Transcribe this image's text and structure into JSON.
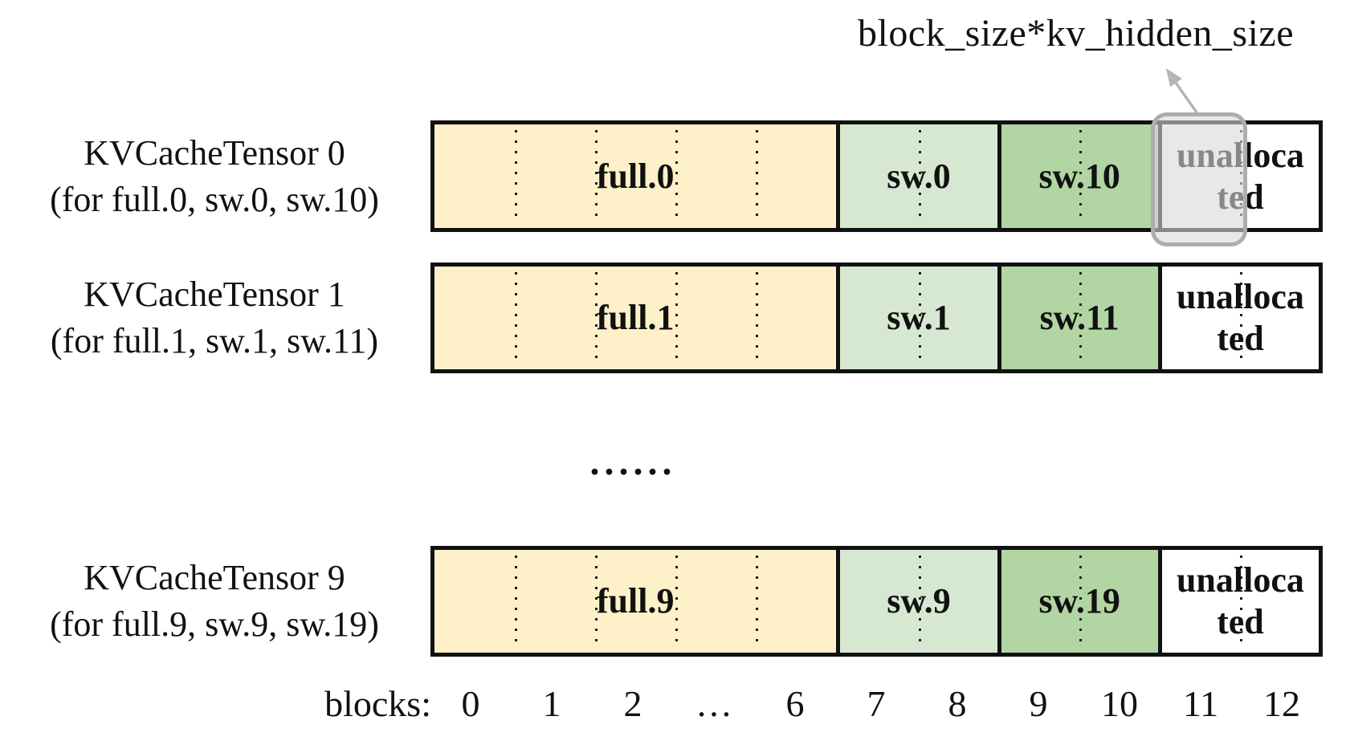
{
  "annotation": {
    "text": "block_size*kv_hidden_size"
  },
  "rows": [
    {
      "title": "KVCacheTensor 0",
      "subtitle": "(for full.0, sw.0, sw.10)",
      "full": "full.0",
      "sw": "sw.0",
      "sw_shifted": "sw.10",
      "unallocated_line1": "unalloca",
      "unallocated_line2": "ted"
    },
    {
      "title": "KVCacheTensor 1",
      "subtitle": "(for full.1, sw.1, sw.11)",
      "full": "full.1",
      "sw": "sw.1",
      "sw_shifted": "sw.11",
      "unallocated_line1": "unalloca",
      "unallocated_line2": "ted"
    },
    {
      "title": "KVCacheTensor 9",
      "subtitle": "(for full.9, sw.9, sw.19)",
      "full": "full.9",
      "sw": "sw.9",
      "sw_shifted": "sw.19",
      "unallocated_line1": "unalloca",
      "unallocated_line2": "ted"
    }
  ],
  "ellipsis": "......",
  "axis": {
    "label": "blocks:",
    "ticks": [
      "0",
      "1",
      "2",
      "…",
      "6",
      "7",
      "8",
      "9",
      "10",
      "11",
      "12"
    ]
  },
  "colors": {
    "full_fill": "#FEF0C8",
    "sw_fill": "#D6E8D1",
    "sw_shifted_fill": "#B1D5A3",
    "unallocated_fill": "#FFFFFF",
    "border": "#111111",
    "highlight_border": "#ADADAD",
    "highlight_fill": "rgba(217,217,217,0.6)",
    "arrow": "#B5B5B5"
  }
}
